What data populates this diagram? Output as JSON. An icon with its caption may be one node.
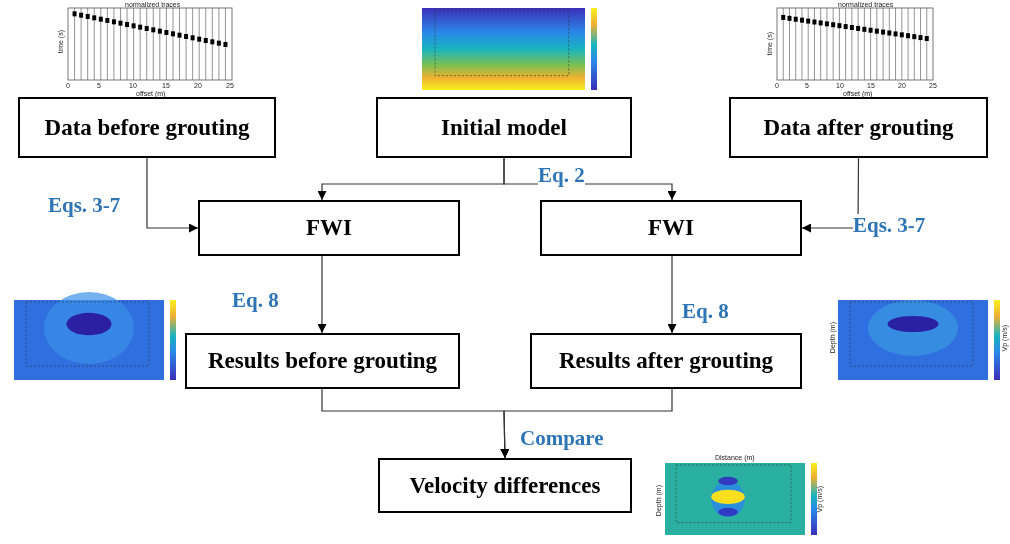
{
  "diagram": {
    "nodes": [
      {
        "text": [
          "Data **before** grouting"
        ]
      },
      {
        "text": [
          "Initial model"
        ]
      },
      {
        "text": [
          "Data **after** grouting"
        ]
      },
      {
        "text": [
          "FWI"
        ]
      },
      {
        "text": [
          "FWI"
        ]
      },
      {
        "text": [
          "Results **before** grouting"
        ]
      },
      {
        "text": [
          "Results **after** grouting"
        ]
      },
      {
        "text": [
          "Velocity differences"
        ]
      }
    ],
    "edges": [
      {
        "from": 0,
        "to": 3,
        "arrow": "to",
        "label": "Eqs. 3-7"
      },
      {
        "from": 1,
        "to": 3,
        "arrow": "to"
      },
      {
        "from": 1,
        "to": 4,
        "arrow": "to",
        "label": "Eq. 2"
      },
      {
        "from": 2,
        "to": 4,
        "arrow": "to",
        "label": "Eqs. 3-7"
      },
      {
        "from": 3,
        "to": 5,
        "arrow": "to",
        "label": "Eq. 8"
      },
      {
        "from": 4,
        "to": 6,
        "arrow": "to",
        "label": "Eq. 8"
      },
      {
        "from": 5,
        "to": 7,
        "arrow": "to"
      },
      {
        "from": 6,
        "to": 7,
        "arrow": "to",
        "label": "Compare"
      }
    ],
    "labels": [
      "normalized traces",
      "normalized traces",
      "time (s)",
      "time (s)",
      "0",
      "5",
      "10",
      "15",
      "20",
      "25",
      "offset (m)",
      "0",
      "5",
      "10",
      "15",
      "20",
      "25",
      "offset (m)",
      "Depth (m)",
      "Vp (m/s)",
      "Distance (m)",
      "Depth (m)",
      "Vp (m/s)"
    ]
  }
}
